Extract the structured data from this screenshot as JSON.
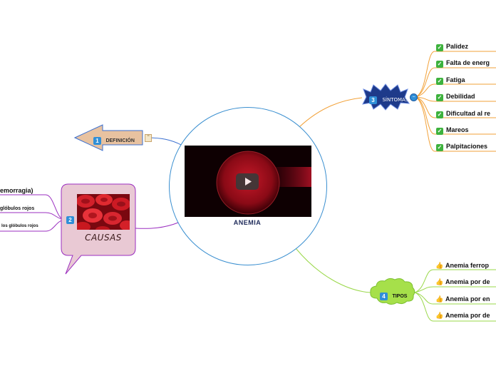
{
  "central": {
    "label": "ANEMIA"
  },
  "definition": {
    "number": "1",
    "label": "DEFINICIÓN",
    "note_icon": "note-icon"
  },
  "causes": {
    "number": "2",
    "title": "CAUSAS",
    "items": [
      "emorragia)",
      "glóbulos rojos",
      "los glóbulos rojos"
    ],
    "colors": {
      "bubble": "#e9c9d4",
      "border": "#9b2fc0"
    }
  },
  "symptoms": {
    "number": "3",
    "label": "SÍNTOMAS",
    "items": [
      "Palidez",
      "Falta de energ",
      "Fatiga",
      "Debilidad",
      "Dificultad al re",
      "Mareos",
      "Palpitaciones"
    ],
    "colors": {
      "node": "#1e3a8a",
      "line": "#f2a23a"
    }
  },
  "types": {
    "number": "4",
    "label": "TIPOS",
    "items": [
      "Anemia ferrop",
      "Anemia por de",
      "Anemia por en",
      "Anemia por de"
    ],
    "colors": {
      "node": "#a6e04a",
      "line": "#9ad84a"
    }
  },
  "colors": {
    "circle": "#3a8fd0",
    "badge": "#2f8fd8",
    "check": "#3db23d"
  }
}
